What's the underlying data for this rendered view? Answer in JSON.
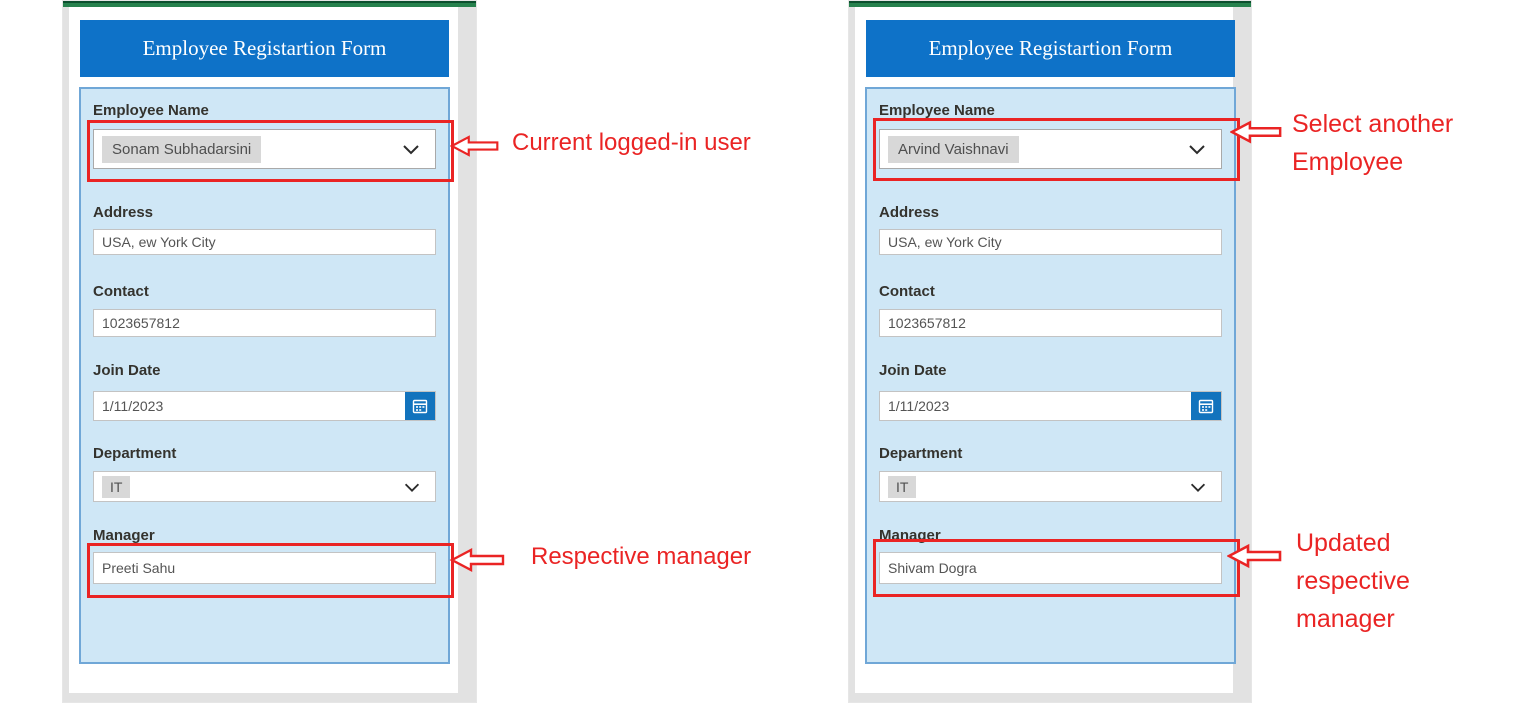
{
  "colors": {
    "header_blue": "#0e72c8",
    "panel_bg": "#cfe7f6",
    "panel_border": "#70a7d7",
    "green_bar": "#26814d",
    "green_bar_edge": "#0c4f2e",
    "calendar_button_blue": "#1273bd",
    "annotation_red": "#ea2424",
    "selected_value_bg": "#d8d8d8",
    "scrollbar_gray": "#e2e2e2"
  },
  "labels": {
    "employee_name": "Employee Name",
    "address": "Address",
    "contact": "Contact",
    "join_date": "Join Date",
    "department": "Department",
    "manager": "Manager"
  },
  "forms": {
    "left": {
      "title": "Employee Registartion Form",
      "employee_name": "Sonam Subhadarsini",
      "address": "USA, ew York City",
      "contact": "1023657812",
      "join_date": "1/11/2023",
      "department": "IT",
      "manager": "Preeti Sahu"
    },
    "right": {
      "title": "Employee Registartion Form",
      "employee_name": "Arvind Vaishnavi",
      "address": "USA, ew York City",
      "contact": "1023657812",
      "join_date": "1/11/2023",
      "department": "IT",
      "manager": "Shivam Dogra"
    }
  },
  "annotations": {
    "left_top": {
      "lines": [
        "Current logged-in user"
      ]
    },
    "left_bottom": {
      "lines": [
        "Respective manager"
      ]
    },
    "right_top": {
      "lines": [
        "Select another",
        "Employee"
      ]
    },
    "right_bottom": {
      "lines": [
        "Updated",
        "respective",
        "manager"
      ]
    }
  }
}
